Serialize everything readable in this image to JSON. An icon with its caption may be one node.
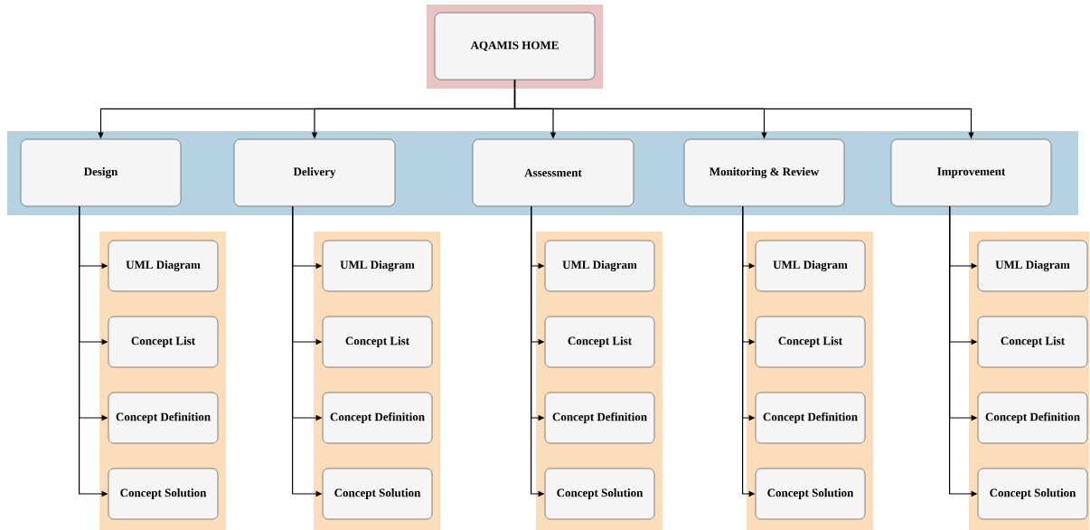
{
  "diagram": {
    "nodes": [
      {
        "text": [],
        "shape": "box"
      },
      {
        "text": [
          "AQAMIS HOME"
        ],
        "in": 0
      },
      {
        "text": [],
        "shape": "box"
      },
      {
        "text": [
          "Design"
        ],
        "in": 2
      },
      {
        "text": [
          "Delivery"
        ],
        "in": 2
      },
      {
        "text": [
          "Assessment"
        ],
        "in": 2
      },
      {
        "text": [
          "Monitoring & Review"
        ],
        "in": 2
      },
      {
        "text": [
          "Improvement"
        ],
        "in": 2
      },
      {
        "text": [],
        "shape": "box"
      },
      {
        "text": [
          "UML Diagram"
        ],
        "in": 8
      },
      {
        "text": [
          "Concept List"
        ],
        "in": 8
      },
      {
        "text": [
          "Concept Definition"
        ],
        "in": 8
      },
      {
        "text": [
          "Concept Solution"
        ],
        "in": 8
      },
      {
        "text": [],
        "shape": "box"
      },
      {
        "text": [
          "UML Diagram"
        ],
        "in": 13
      },
      {
        "text": [
          "Concept List"
        ],
        "in": 13
      },
      {
        "text": [
          "Concept Definition"
        ],
        "in": 13
      },
      {
        "text": [
          "Concept Solution"
        ],
        "in": 13
      },
      {
        "text": [],
        "shape": "box"
      },
      {
        "text": [
          "UML Diagram"
        ],
        "in": 18
      },
      {
        "text": [
          "Concept List"
        ],
        "in": 18
      },
      {
        "text": [
          "Concept Definition"
        ],
        "in": 18
      },
      {
        "text": [
          "Concept Solution"
        ],
        "in": 18
      },
      {
        "text": [],
        "shape": "box"
      },
      {
        "text": [
          "UML Diagram"
        ],
        "in": 23
      },
      {
        "text": [
          "Concept List"
        ],
        "in": 23
      },
      {
        "text": [
          "Concept Definition"
        ],
        "in": 23
      },
      {
        "text": [
          "Concept Solution"
        ],
        "in": 23
      },
      {
        "text": [],
        "shape": "box"
      },
      {
        "text": [
          "UML Diagram"
        ],
        "in": 28
      },
      {
        "text": [
          "Concept List"
        ],
        "in": 28
      },
      {
        "text": [
          "Concept Definition"
        ],
        "in": 28
      },
      {
        "text": [
          "Concept Solution"
        ],
        "in": 28
      }
    ],
    "edges": [
      {
        "from": 1,
        "to": 3,
        "arrow": "to"
      },
      {
        "from": 1,
        "to": 4,
        "arrow": "to"
      },
      {
        "from": 1,
        "to": 5,
        "arrow": "to"
      },
      {
        "from": 1,
        "to": 6,
        "arrow": "to"
      },
      {
        "from": 1,
        "to": 7,
        "arrow": "to"
      },
      {
        "from": 3,
        "to": 9,
        "arrow": "to"
      },
      {
        "from": 3,
        "to": 10,
        "arrow": "to"
      },
      {
        "from": 3,
        "to": 11,
        "arrow": "to"
      },
      {
        "from": 3,
        "to": 12,
        "arrow": "to"
      },
      {
        "from": 4,
        "to": 14,
        "arrow": "to"
      },
      {
        "from": 4,
        "to": 15,
        "arrow": "to"
      },
      {
        "from": 4,
        "to": 16,
        "arrow": "to"
      },
      {
        "from": 4,
        "to": 17,
        "arrow": "to"
      },
      {
        "from": 5,
        "to": 19,
        "arrow": "to"
      },
      {
        "from": 5,
        "to": 20,
        "arrow": "to"
      },
      {
        "from": 5,
        "to": 21,
        "arrow": "to"
      },
      {
        "from": 5,
        "to": 22,
        "arrow": "to"
      },
      {
        "from": 6,
        "to": 24,
        "arrow": "to"
      },
      {
        "from": 6,
        "to": 25,
        "arrow": "to"
      },
      {
        "from": 6,
        "to": 26,
        "arrow": "to"
      },
      {
        "from": 6,
        "to": 27,
        "arrow": "to"
      },
      {
        "from": 7,
        "to": 29,
        "arrow": "to"
      },
      {
        "from": 7,
        "to": 30,
        "arrow": "to"
      },
      {
        "from": 7,
        "to": 31,
        "arrow": "to"
      },
      {
        "from": 7,
        "to": 32,
        "arrow": "to"
      }
    ]
  }
}
